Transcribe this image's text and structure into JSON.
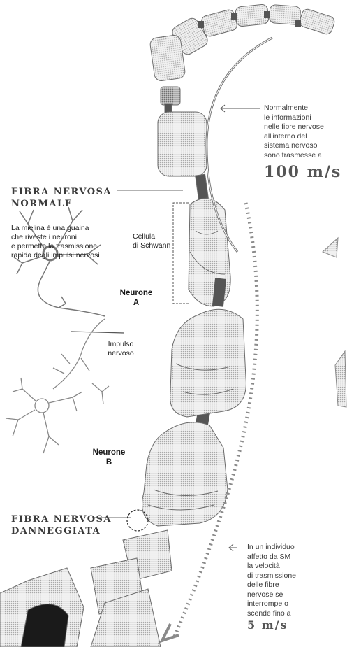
{
  "normal_fiber": {
    "heading_line1": "FIBRA NERVOSA",
    "heading_line2": "NORMALE",
    "desc_lines": [
      "La mielina è una guaina",
      "che riveste i neuroni",
      "e permette la trasmissione",
      "rapida degli impulsi nervosi"
    ]
  },
  "schwann": {
    "line1": "Cellula",
    "line2": "di Schwann"
  },
  "neuron_a": {
    "line1": "Neurone",
    "line2": "A"
  },
  "impulse": {
    "line1": "Impulso",
    "line2": "nervoso"
  },
  "neuron_b": {
    "line1": "Neurone",
    "line2": "B"
  },
  "damaged_fiber": {
    "line1": "FIBRA NERVOSA",
    "line2": "DANNEGGIATA"
  },
  "normal_speed": {
    "lines": [
      "Normalmente",
      "le informazioni",
      "nelle fibre nervose",
      "all'interno del",
      "sistema nervoso",
      "sono trasmesse a"
    ],
    "value": "100 m/s"
  },
  "ms_speed": {
    "lines": [
      "In un individuo",
      "affetto da SM",
      "la velocità",
      "di trasmissione",
      "delle fibre",
      "nervose se",
      "interrompe o",
      "scende fino a"
    ],
    "value": "5 m/s"
  },
  "colors": {
    "ink": "#1a1a1a",
    "myelin": "#e9e9e9",
    "axon": "#555555",
    "gray": "#9a9a9a"
  }
}
